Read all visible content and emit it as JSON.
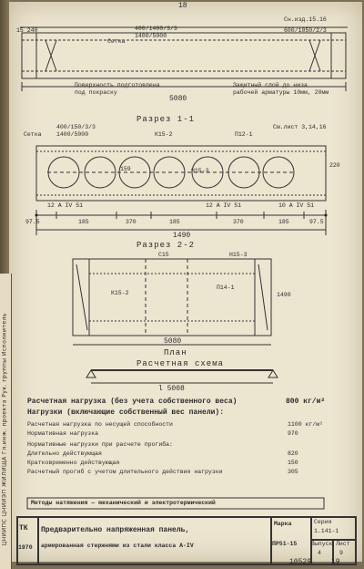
{
  "header": {
    "sheet_no": "18",
    "top_left_dims": "15  240",
    "grid_label": "Сетка",
    "grid_spec_top": "400/1400/3/3",
    "grid_spec_top2": "1400/5000",
    "grid_spec_right": "Сн.изд.15.16",
    "grid_spec_right2": "600/1050/2/3"
  },
  "plan_view": {
    "surface_note_1": "Поверхность подготовлена",
    "surface_note_2": "под покраску",
    "length": "5080",
    "note_right_1": "Защитный слой до низа",
    "note_right_2": "рабочей арматуры 10мм, 20мм"
  },
  "section_1": {
    "title": "Разрез 1-1",
    "grid_label": "Сетка",
    "grid_spec": "400/150/3/3",
    "grid_spec_2": "1400/5000",
    "k_label": "К15-2",
    "p_label": "П12-1",
    "ref_label": "См.лист 3,14,16",
    "h_label": "Н15-3",
    "bar_left": "12 А IV 51",
    "bar_mid": "12 А IV 51",
    "bar_right": "10 А IV 51",
    "dims": [
      "97.5",
      "185",
      "370",
      "185",
      "370",
      "185",
      "97.5"
    ],
    "total": "1490",
    "height": "220",
    "circle_mark": "159"
  },
  "section_2": {
    "title": "Разрез 2-2",
    "c_label": "С15",
    "h_label": "Н15-3",
    "k_label": "К15-2",
    "p_label": "П14-1",
    "length": "5080",
    "height": "1490"
  },
  "scheme": {
    "title_1": "План",
    "title_2": "Расчетная схема",
    "span": "l 5008"
  },
  "loads": {
    "design_load_label": "Расчетная нагрузка (без учета собственного веса)",
    "design_load_value": "800 кг/м²",
    "loads_incl_label": "Нагрузки (включающие собственный вес панели):",
    "rows": [
      {
        "label": "Расчетная нагрузка по несущей способности",
        "value": "1100 кг/м²"
      },
      {
        "label": "Нормативная нагрузка",
        "value": "970"
      },
      {
        "label": "Нормативные нагрузки при расчете прогиба:",
        "value": ""
      },
      {
        "label": "Длительно действующая",
        "value": "820"
      },
      {
        "label": "Кратковременно действующая",
        "value": "150"
      },
      {
        "label": "Расчетный прогиб с учетом длительного действия нагрузки",
        "value": "305"
      }
    ],
    "methods_label": "Методы натяжения — механический и электротермический"
  },
  "title_block": {
    "tk": "ТК",
    "year": "1970",
    "name_line_1": "Предварительно напряженная панель,",
    "name_line_2": "армированная стержнями из стали класса А-IV",
    "marka_label": "Марка",
    "marka_value": "ПР51-15",
    "seriya_label": "Серия",
    "seriya_value": "1.141-1",
    "vypusk_label": "Выпуск",
    "vypusk_value": "4",
    "list_label": "Лист",
    "list_value": "9"
  },
  "footer": {
    "stamp_number": "10529",
    "stamp_suffix": "19"
  },
  "side_strip": {
    "text": "ЦНИИПС ЦНИИЭП ЖИЛИЩА Гл.инж. проекта  Рук. группы  Исполнитель"
  }
}
